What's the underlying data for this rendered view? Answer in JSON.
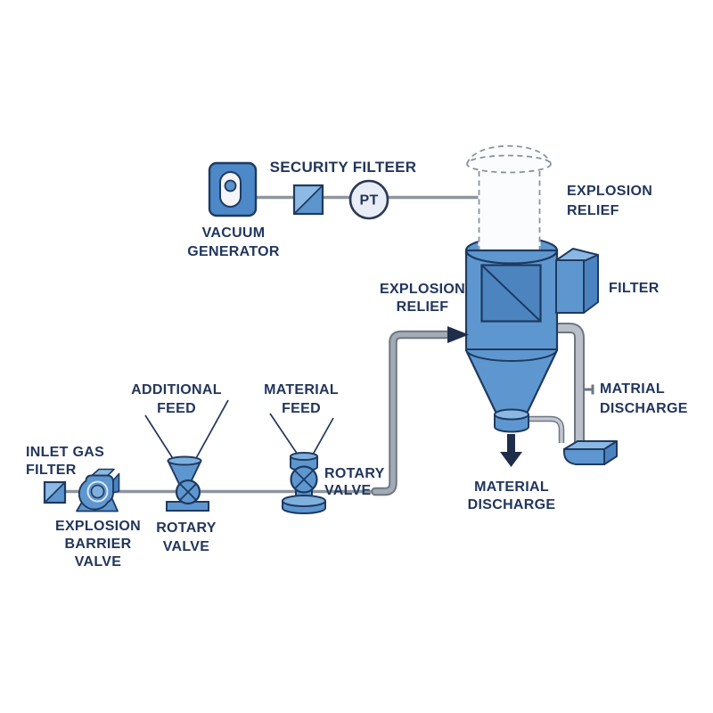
{
  "diagram": {
    "labels": {
      "vacuum_generator": [
        "VACUUM",
        "GENERATOR"
      ],
      "security_filter": "SECURITY FILTEER",
      "pt_sensor": "PT",
      "explosion_relief_top": [
        "EXPLOSION",
        "RELIEF"
      ],
      "explosion_relief_inlet": [
        "EXPLOSION",
        "RELIEF"
      ],
      "filter": "FILTER",
      "material_discharge_side": [
        "MATRIAL",
        "DISCHARGE"
      ],
      "material_discharge_bottom": [
        "MATERIAL",
        "DISCHARGE"
      ],
      "additional_feed": [
        "ADDITIONAL",
        "FEED"
      ],
      "material_feed": [
        "MATERIAL",
        "FEED"
      ],
      "rotary_valve_additional": [
        "ROTARY",
        "VALVE"
      ],
      "rotary_valve_material": [
        "ROTARY",
        "VALVE"
      ],
      "inlet_gas_filter": [
        "INLET GAS",
        "FILTER"
      ],
      "explosion_barrier_valve": [
        "EXPLOSION",
        "BARRIER",
        "VALVE"
      ]
    },
    "colors": {
      "component_blue": "#5e97cf",
      "component_blue_light": "#8ab8e2",
      "component_blue_dark": "#4c84bf",
      "filter_square_blue": "#6fa8dc",
      "outline_navy": "#1f3a60",
      "label_navy": "#22365c",
      "pipe_gray": "#8e959e",
      "pipe_fill_gray": "#b3bac6",
      "arrow_dark": "#1e2d49",
      "pt_fill": "#e9edf6"
    }
  }
}
